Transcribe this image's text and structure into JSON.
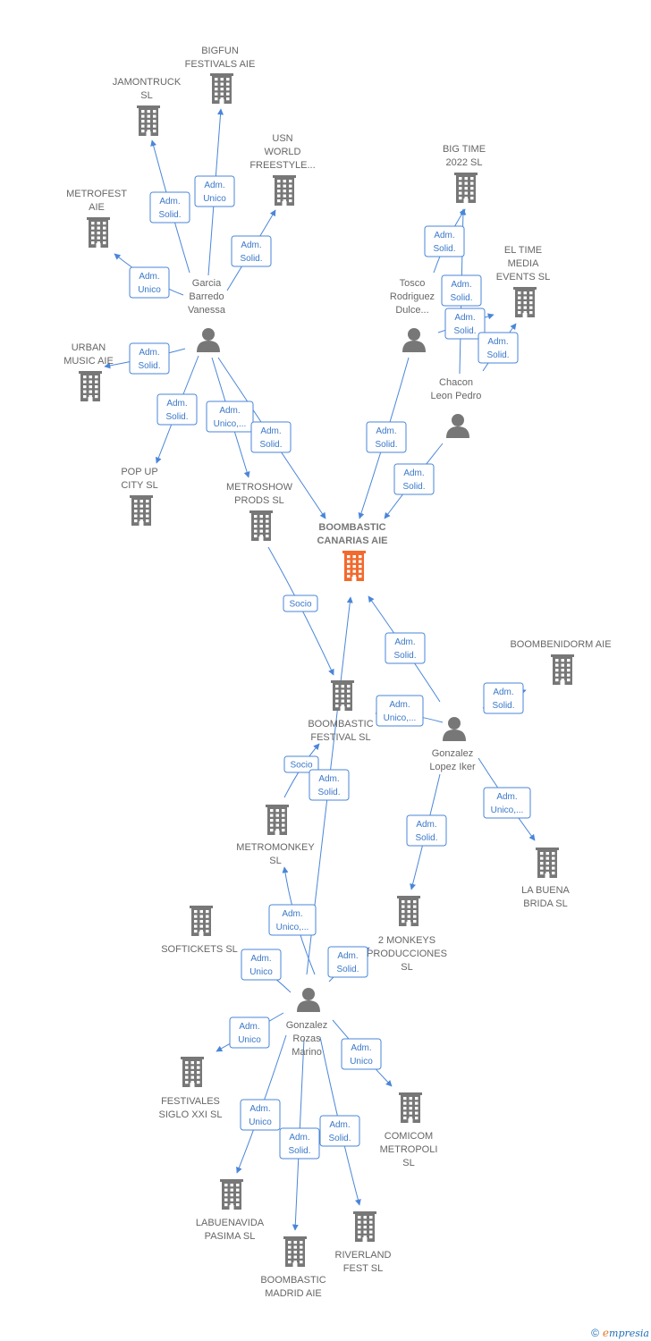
{
  "colors": {
    "edge": "#4a86d8",
    "node": "#777777",
    "main": "#f26a2e",
    "person": "#777777"
  },
  "nodes": [
    {
      "id": "bigfun",
      "label": [
        "BIGFUN",
        "FESTIVALS  AIE"
      ],
      "type": "company"
    },
    {
      "id": "jamontruck",
      "label": [
        "JAMONTRUCK",
        "SL"
      ],
      "type": "company"
    },
    {
      "id": "usn",
      "label": [
        "USN",
        "WORLD",
        "FREESTYLE..."
      ],
      "type": "company"
    },
    {
      "id": "metrofest",
      "label": [
        "METROFEST",
        "AIE"
      ],
      "type": "company"
    },
    {
      "id": "garcia",
      "label": [
        "Garcia",
        "Barredo",
        "Vanessa"
      ],
      "type": "person"
    },
    {
      "id": "urban",
      "label": [
        "URBAN",
        "MUSIC AIE"
      ],
      "type": "company"
    },
    {
      "id": "popup",
      "label": [
        "POP UP",
        "CITY  SL"
      ],
      "type": "company"
    },
    {
      "id": "metroshow",
      "label": [
        "METROSHOW",
        "PRODS  SL"
      ],
      "type": "company"
    },
    {
      "id": "bigtime",
      "label": [
        "BIG TIME",
        "2022  SL"
      ],
      "type": "company"
    },
    {
      "id": "eltime",
      "label": [
        "EL TIME",
        "MEDIA",
        "EVENTS  SL"
      ],
      "type": "company"
    },
    {
      "id": "tosco",
      "label": [
        "Tosco",
        "Rodriguez",
        "Dulce..."
      ],
      "type": "person"
    },
    {
      "id": "chacon",
      "label": [
        "Chacon",
        "Leon Pedro"
      ],
      "type": "person"
    },
    {
      "id": "boombastic_canarias",
      "label": [
        "BOOMBASTIC",
        "CANARIAS AIE"
      ],
      "type": "main"
    },
    {
      "id": "boombenidorm",
      "label": [
        "BOOMBENIDORM AIE"
      ],
      "type": "company"
    },
    {
      "id": "boombastic_festival",
      "label": [
        "BOOMBASTIC",
        "FESTIVAL  SL"
      ],
      "type": "company"
    },
    {
      "id": "gonzalez_lopez",
      "label": [
        "Gonzalez",
        "Lopez Iker"
      ],
      "type": "person"
    },
    {
      "id": "metromonkey",
      "label": [
        "METROMONKEY",
        "SL"
      ],
      "type": "company"
    },
    {
      "id": "labuenabrida",
      "label": [
        "LA BUENA",
        "BRIDA  SL"
      ],
      "type": "company"
    },
    {
      "id": "softickets",
      "label": [
        "SOFTICKETS SL"
      ],
      "type": "company"
    },
    {
      "id": "twomonkeys",
      "label": [
        "2 MONKEYS",
        "PRODUCCIONES",
        "SL"
      ],
      "type": "company"
    },
    {
      "id": "gonzalez_rozas",
      "label": [
        "Gonzalez",
        "Rozas",
        "Marino"
      ],
      "type": "person"
    },
    {
      "id": "festivales",
      "label": [
        "FESTIVALES",
        "SIGLO XXI  SL"
      ],
      "type": "company"
    },
    {
      "id": "comicom",
      "label": [
        "COMICOM",
        "METROPOLI",
        "SL"
      ],
      "type": "company"
    },
    {
      "id": "labuenavida",
      "label": [
        "LABUENAVIDA",
        "PASIMA  SL"
      ],
      "type": "company"
    },
    {
      "id": "riverland",
      "label": [
        "RIVERLAND",
        "FEST  SL"
      ],
      "type": "company"
    },
    {
      "id": "boombastic_madrid",
      "label": [
        "BOOMBASTIC",
        "MADRID AIE"
      ],
      "type": "company"
    }
  ],
  "edges": [
    {
      "from": "garcia",
      "to": "bigfun",
      "label": [
        "Adm.",
        "Unico"
      ]
    },
    {
      "from": "garcia",
      "to": "jamontruck",
      "label": [
        "Adm.",
        "Solid."
      ]
    },
    {
      "from": "garcia",
      "to": "usn",
      "label": [
        "Adm.",
        "Solid."
      ]
    },
    {
      "from": "garcia",
      "to": "metrofest",
      "label": [
        "Adm.",
        "Unico"
      ]
    },
    {
      "from": "garcia",
      "to": "urban",
      "label": [
        "Adm.",
        "Solid."
      ]
    },
    {
      "from": "garcia",
      "to": "popup",
      "label": [
        "Adm.",
        "Solid."
      ]
    },
    {
      "from": "garcia",
      "to": "metroshow",
      "label": [
        "Adm.",
        "Unico,..."
      ]
    },
    {
      "from": "garcia",
      "to": "boombastic_canarias",
      "label": [
        "Adm.",
        "Solid."
      ]
    },
    {
      "from": "tosco",
      "to": "bigtime",
      "label": [
        "Adm.",
        "Solid."
      ]
    },
    {
      "from": "tosco",
      "to": "eltime",
      "label": [
        "Adm.",
        "Solid."
      ]
    },
    {
      "from": "tosco",
      "to": "boombastic_canarias",
      "label": [
        "Adm.",
        "Solid."
      ]
    },
    {
      "from": "chacon",
      "to": "bigtime",
      "label": [
        "Adm.",
        "Solid."
      ]
    },
    {
      "from": "chacon",
      "to": "eltime",
      "label": [
        "Adm.",
        "Solid."
      ]
    },
    {
      "from": "chacon",
      "to": "boombastic_canarias",
      "label": [
        "Adm.",
        "Solid."
      ]
    },
    {
      "from": "metroshow",
      "to": "boombastic_festival",
      "label": [
        "Socio"
      ]
    },
    {
      "from": "gonzalez_lopez",
      "to": "boombastic_canarias",
      "label": [
        "Adm.",
        "Solid."
      ]
    },
    {
      "from": "gonzalez_lopez",
      "to": "boombenidorm",
      "label": [
        "Adm.",
        "Solid."
      ]
    },
    {
      "from": "gonzalez_lopez",
      "to": "boombastic_festival",
      "label": [
        "Adm.",
        "Unico,..."
      ]
    },
    {
      "from": "gonzalez_lopez",
      "to": "labuenabrida",
      "label": [
        "Adm.",
        "Unico,..."
      ]
    },
    {
      "from": "gonzalez_lopez",
      "to": "twomonkeys",
      "label": [
        "Adm.",
        "Solid."
      ]
    },
    {
      "from": "metromonkey",
      "to": "boombastic_festival",
      "label": [
        "Socio"
      ]
    },
    {
      "from": "gonzalez_rozas",
      "to": "boombastic_canarias",
      "label": [
        "Adm.",
        "Solid."
      ]
    },
    {
      "from": "gonzalez_rozas",
      "to": "metromonkey",
      "label": [
        "Adm.",
        "Unico,..."
      ]
    },
    {
      "from": "gonzalez_rozas",
      "to": "softickets",
      "label": [
        "Adm.",
        "Unico"
      ]
    },
    {
      "from": "gonzalez_rozas",
      "to": "twomonkeys",
      "label": [
        "Adm.",
        "Solid."
      ]
    },
    {
      "from": "gonzalez_rozas",
      "to": "festivales",
      "label": [
        "Adm.",
        "Unico"
      ]
    },
    {
      "from": "gonzalez_rozas",
      "to": "comicom",
      "label": [
        "Adm.",
        "Unico"
      ]
    },
    {
      "from": "gonzalez_rozas",
      "to": "labuenavida",
      "label": [
        "Adm.",
        "Unico"
      ]
    },
    {
      "from": "gonzalez_rozas",
      "to": "boombastic_madrid",
      "label": [
        "Adm.",
        "Solid."
      ]
    },
    {
      "from": "gonzalez_rozas",
      "to": "riverland",
      "label": [
        "Adm.",
        "Solid."
      ]
    }
  ],
  "footer": {
    "copyright": "©",
    "brand_initial": "e",
    "brand_rest": "mpresia"
  }
}
